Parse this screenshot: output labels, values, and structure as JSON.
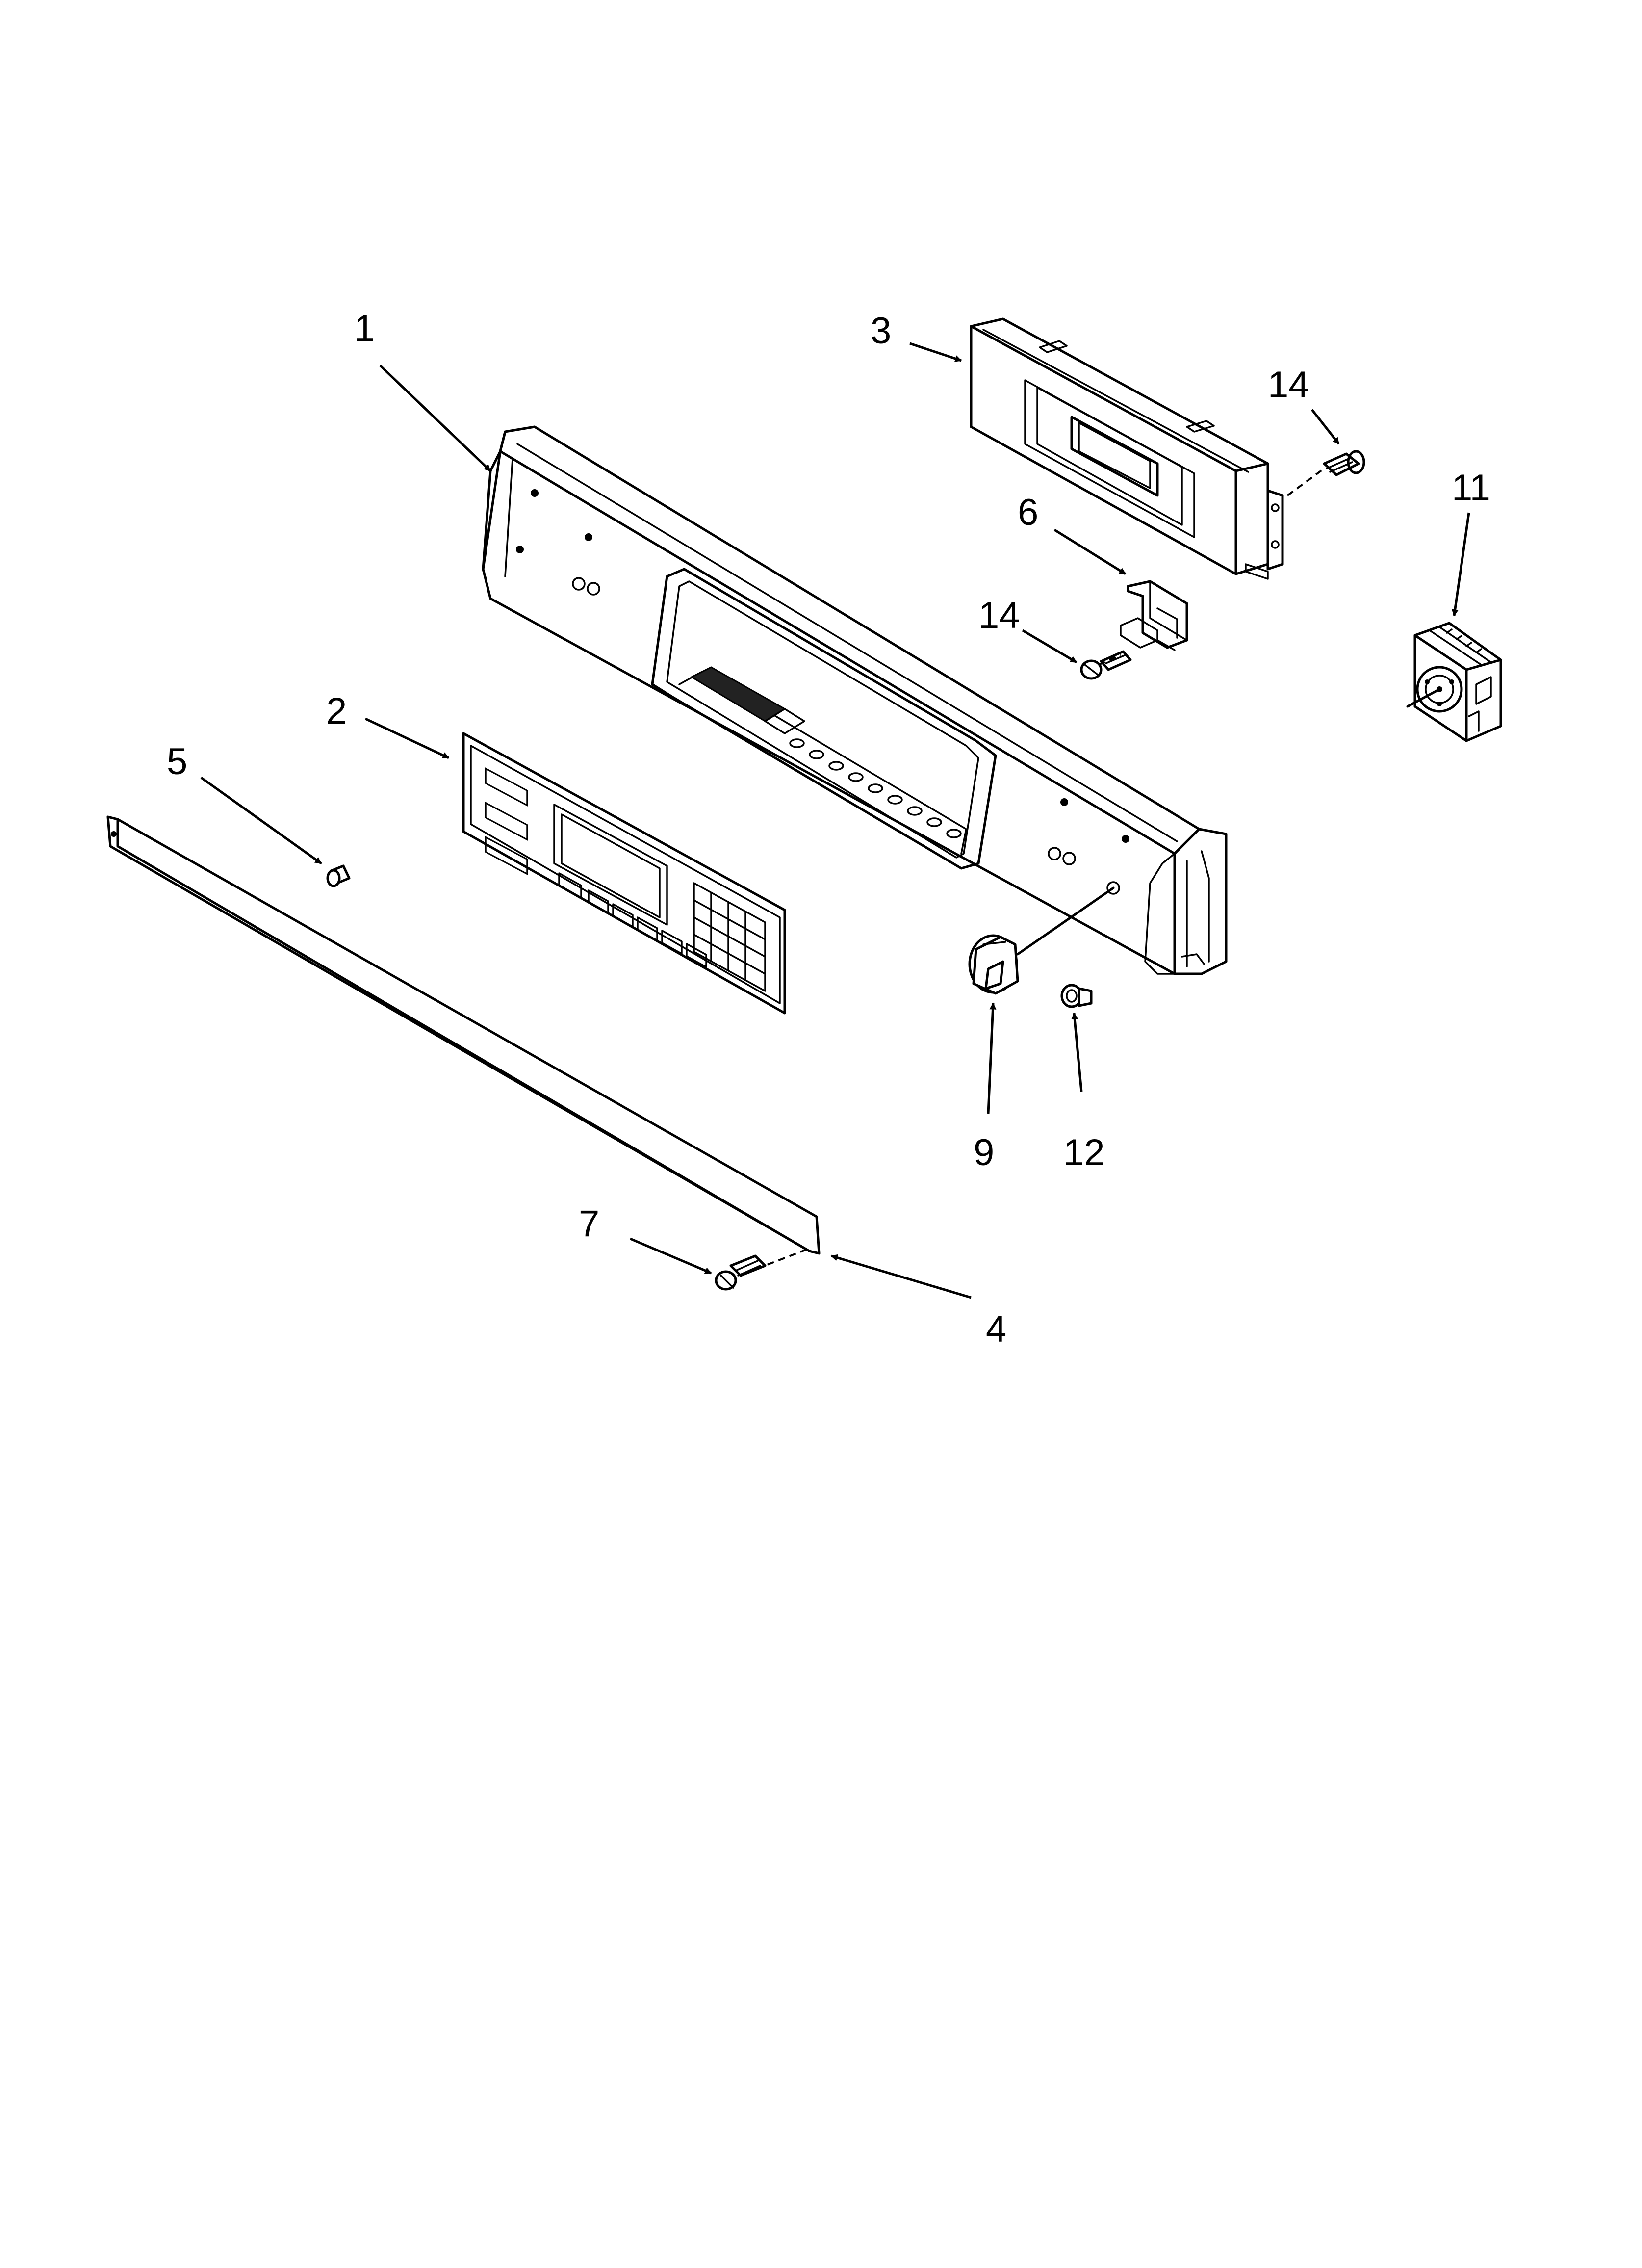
{
  "callouts": {
    "c1": "1",
    "c2": "2",
    "c3": "3",
    "c4": "4",
    "c5": "5",
    "c6": "6",
    "c7": "7",
    "c9": "9",
    "c11": "11",
    "c12": "12",
    "c14a": "14",
    "c14b": "14"
  },
  "colors": {
    "line": "#000000",
    "background": "#ffffff"
  },
  "icons": {
    "arrowhead": "arrowhead-icon"
  }
}
